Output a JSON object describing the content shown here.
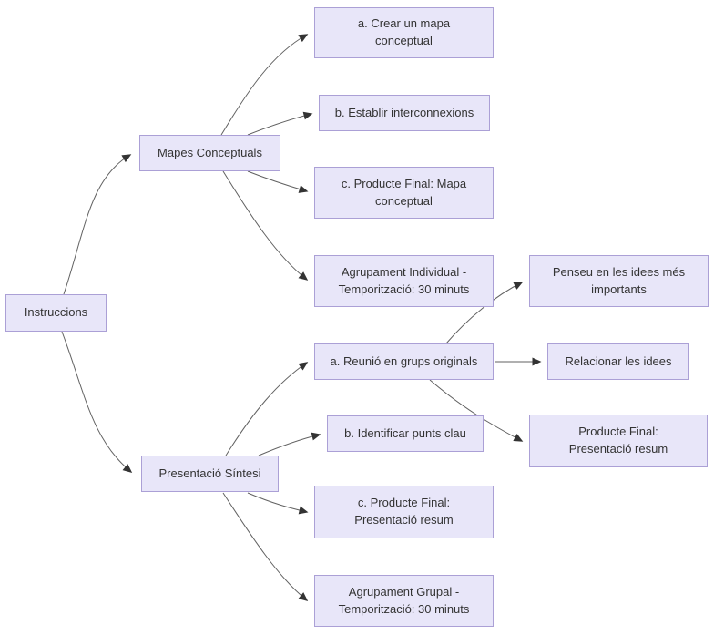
{
  "diagram": {
    "type": "flowchart-mindmap",
    "background_color": "#ffffff",
    "node_fill_color": "#e8e6f9",
    "node_border_color": "#aba0d6",
    "node_text_color": "#333333",
    "edge_color": "#616161",
    "arrowhead_color": "#333333",
    "nodes": [
      {
        "id": "instruccions",
        "label": "Instruccions"
      },
      {
        "id": "mapes-conceptuals",
        "label": "Mapes Conceptuals"
      },
      {
        "id": "crear-mapa",
        "label": "a. Crear un mapa\nconceptual"
      },
      {
        "id": "establir-interconnexions",
        "label": "b. Establir interconnexions"
      },
      {
        "id": "producte-final-mapa",
        "label": "c. Producte Final: Mapa\nconceptual"
      },
      {
        "id": "agrupament-individual",
        "label": "Agrupament Individual -\nTemporització: 30 minuts"
      },
      {
        "id": "penseu-idees",
        "label": "Penseu en les idees més\nimportants"
      },
      {
        "id": "reunio-grups",
        "label": "a. Reunió en grups originals"
      },
      {
        "id": "relacionar-idees",
        "label": "Relacionar les idees"
      },
      {
        "id": "identificar-punts",
        "label": "b. Identificar punts clau"
      },
      {
        "id": "producte-final-presentacio",
        "label": "Producte Final:\nPresentació resum"
      },
      {
        "id": "presentacio-sintesi",
        "label": "Presentació Síntesi"
      },
      {
        "id": "c-producte-final-presentacio",
        "label": "c. Producte Final:\nPresentació resum"
      },
      {
        "id": "agrupament-grupal",
        "label": "Agrupament Grupal -\nTemporització: 30 minuts"
      }
    ],
    "edges": [
      {
        "from": "instruccions",
        "to": "mapes-conceptuals"
      },
      {
        "from": "instruccions",
        "to": "presentacio-sintesi"
      },
      {
        "from": "mapes-conceptuals",
        "to": "crear-mapa"
      },
      {
        "from": "mapes-conceptuals",
        "to": "establir-interconnexions"
      },
      {
        "from": "mapes-conceptuals",
        "to": "producte-final-mapa"
      },
      {
        "from": "mapes-conceptuals",
        "to": "agrupament-individual"
      },
      {
        "from": "presentacio-sintesi",
        "to": "reunio-grups"
      },
      {
        "from": "presentacio-sintesi",
        "to": "identificar-punts"
      },
      {
        "from": "presentacio-sintesi",
        "to": "c-producte-final-presentacio"
      },
      {
        "from": "presentacio-sintesi",
        "to": "agrupament-grupal"
      },
      {
        "from": "reunio-grups",
        "to": "penseu-idees"
      },
      {
        "from": "reunio-grups",
        "to": "relacionar-idees"
      },
      {
        "from": "reunio-grups",
        "to": "producte-final-presentacio"
      }
    ]
  }
}
